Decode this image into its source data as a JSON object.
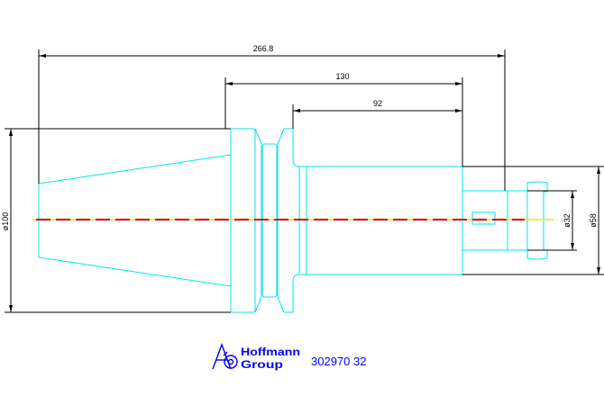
{
  "dimensions": {
    "overall_length": "266.8",
    "length_130": "130",
    "length_92": "92",
    "diameter_100": "ø100",
    "diameter_32": "ø32",
    "diameter_58": "ø58"
  },
  "logo": {
    "line1": "Hoffmann",
    "line2": "Group"
  },
  "part_number": "302970 32",
  "colors": {
    "outline": "#00e5ee",
    "dimension": "#000000",
    "centerline_red": "#d40000",
    "centerline_yellow": "#e8e800",
    "logo": "#0000ff"
  }
}
